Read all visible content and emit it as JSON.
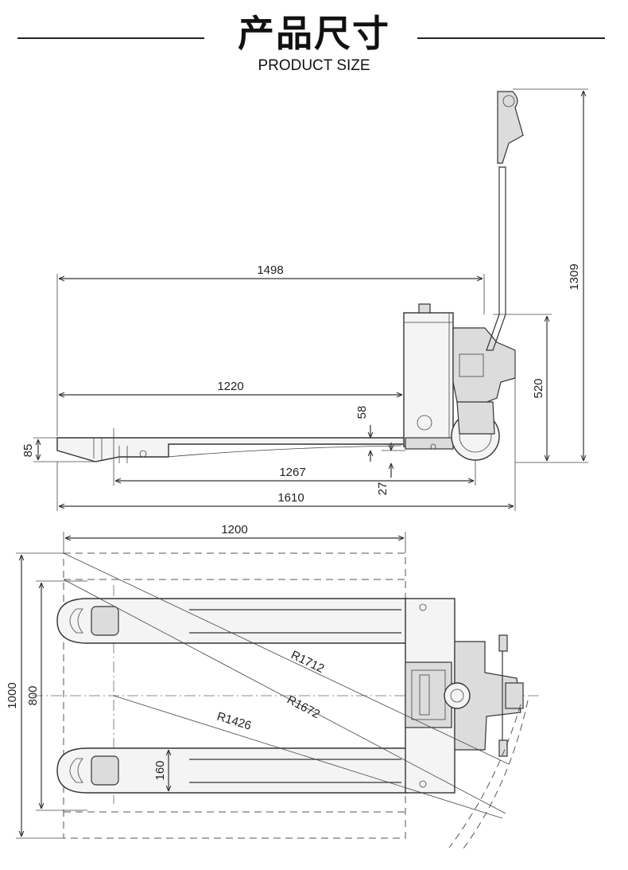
{
  "header": {
    "title": "产品尺寸",
    "subtitle": "PRODUCT SIZE"
  },
  "side_view": {
    "dims": {
      "overall_height": "1309",
      "fork_length_1498": "1498",
      "fork_length_1220": "1220",
      "body_height": "520",
      "fork_height": "58",
      "fork_thickness": "85",
      "wheelbase": "1267",
      "ground_clearance": "27",
      "overall_length": "1610"
    }
  },
  "top_view": {
    "dims": {
      "pallet_length": "1200",
      "pallet_width": "1000",
      "fork_outer_width": "800",
      "fork_width": "160",
      "radius_1": "R1712",
      "radius_2": "R1672",
      "radius_3": "R1426"
    }
  }
}
